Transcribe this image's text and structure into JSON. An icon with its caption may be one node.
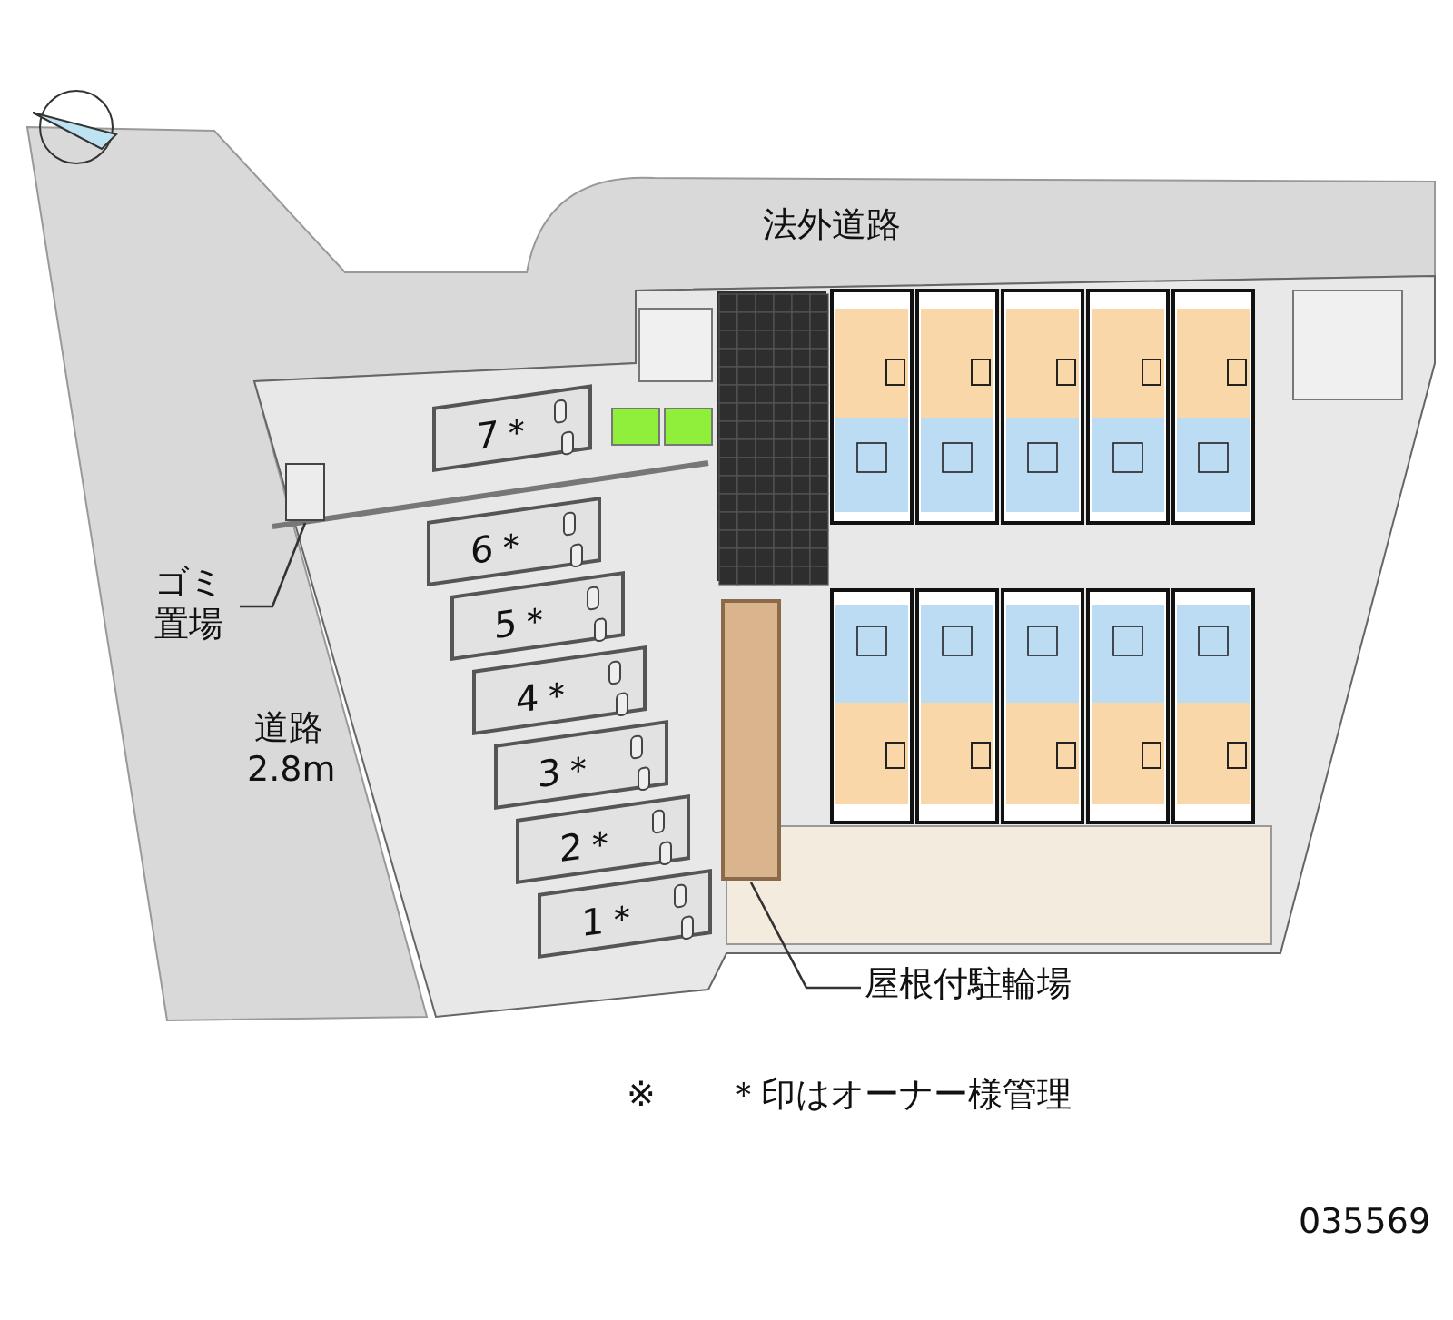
{
  "diagram": {
    "nodes": [
      {
        "text": [
          "7＊"
        ]
      },
      {
        "text": [
          "6＊"
        ]
      },
      {
        "text": [
          "5＊"
        ]
      },
      {
        "text": [
          "4＊"
        ]
      },
      {
        "text": [
          "3＊"
        ]
      },
      {
        "text": [
          "2＊"
        ]
      },
      {
        "text": [
          "1＊"
        ]
      },
      {
        "text": [
          "ゴミ置場"
        ]
      },
      {
        "text": [],
        "shape": "box"
      },
      {
        "text": [
          "屋根付駐輪場"
        ]
      },
      {
        "text": [],
        "shape": "box"
      }
    ],
    "edges": [
      {
        "from": 7,
        "to": 8,
        "arrow": "none"
      },
      {
        "from": 9,
        "to": 10,
        "arrow": "none"
      }
    ],
    "labels": [
      "法外道路",
      "道路",
      "2.8m",
      "※",
      "＊印はオーナー様管理",
      "035569"
    ]
  }
}
